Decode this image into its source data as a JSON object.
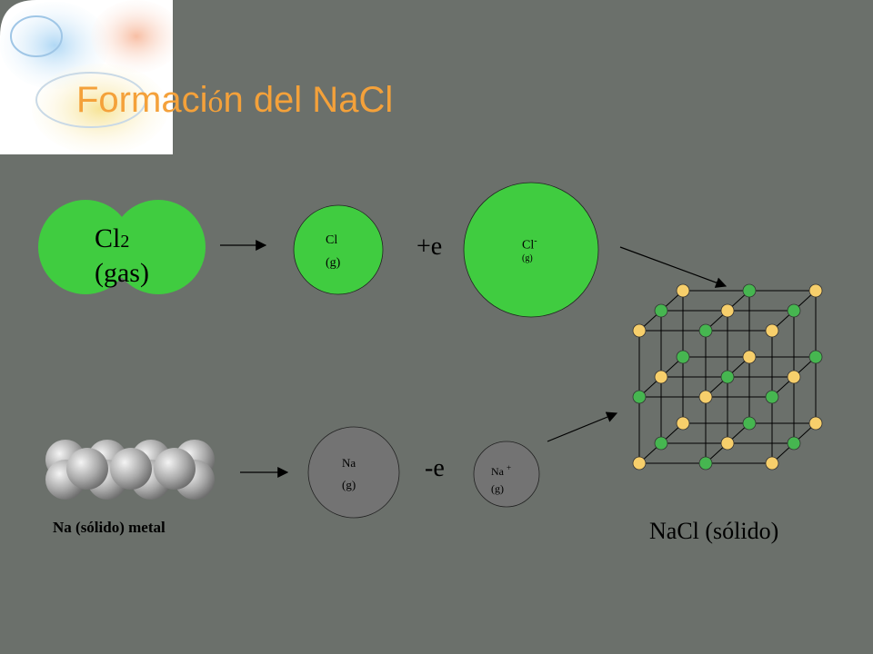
{
  "title": {
    "part1": "Formaci",
    "part2": "ó",
    "part3": "n del NaCl"
  },
  "cl2": {
    "symbol": "Cl",
    "subscript": "2",
    "state": "(gas)"
  },
  "cl_atom": {
    "symbol": "Cl",
    "state": "(g)"
  },
  "electron_gain": "+e",
  "cl_ion": {
    "symbol": "Cl",
    "charge": "-",
    "state": "(g)"
  },
  "na_metal": {
    "caption": "Na (sólido) metal"
  },
  "na_atom": {
    "symbol": "Na",
    "state": "(g)"
  },
  "electron_loss": "-e",
  "na_ion": {
    "symbol": "Na",
    "charge": "+",
    "state": "(g)"
  },
  "nacl": {
    "caption": "NaCl (sólido)"
  },
  "colors": {
    "chlorine_green": "#40cc40",
    "sodium_gray": "#737373",
    "lattice_yellow": "#f7cf6b",
    "lattice_green": "#46b650",
    "title_orange": "#f4a13a",
    "background": "#6b706b"
  }
}
